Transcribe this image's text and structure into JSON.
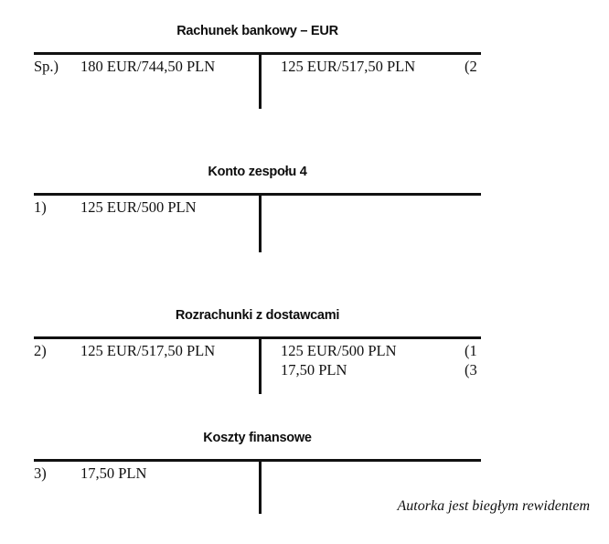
{
  "document": {
    "type": "accounting-t-accounts",
    "footer_note": "Autorka jest biegłym rewidentem"
  },
  "accounts": [
    {
      "title": "Rachunek bankowy – EUR",
      "debit_rows": [
        {
          "marker": "Sp.)",
          "amount": "180 EUR/744,50 PLN"
        }
      ],
      "credit_rows": [
        {
          "amount": "125 EUR/517,50 PLN",
          "marker": "(2"
        }
      ]
    },
    {
      "title": "Konto zespołu 4",
      "debit_rows": [
        {
          "marker": "1)",
          "amount": "125 EUR/500 PLN"
        }
      ],
      "credit_rows": []
    },
    {
      "title": "Rozrachunki z dostawcami",
      "debit_rows": [
        {
          "marker": "2)",
          "amount": "125 EUR/517,50 PLN"
        }
      ],
      "credit_rows": [
        {
          "amount": "125 EUR/500 PLN",
          "marker": "(1"
        },
        {
          "amount": "17,50 PLN",
          "marker": "(3"
        }
      ]
    },
    {
      "title": "Koszty finansowe",
      "debit_rows": [
        {
          "marker": "3)",
          "amount": "17,50 PLN"
        }
      ],
      "credit_rows": []
    }
  ]
}
